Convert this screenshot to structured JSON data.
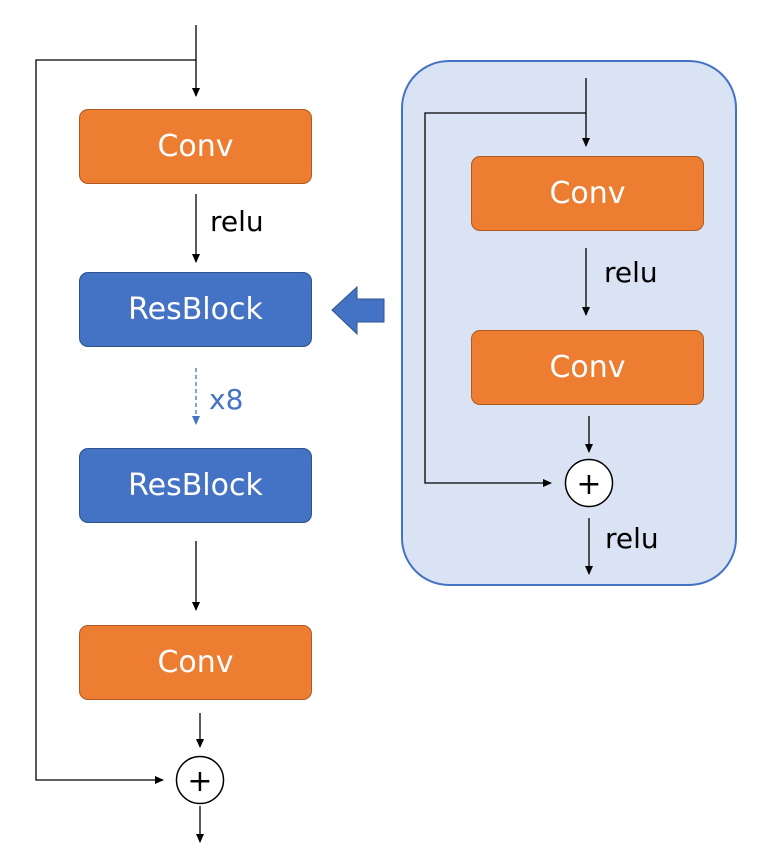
{
  "main_chain": {
    "blocks": [
      "Conv",
      "ResBlock",
      "ResBlock",
      "Conv"
    ],
    "relu_label": "relu",
    "repeat_label": "x8"
  },
  "resblock_detail": {
    "blocks": [
      "Conv",
      "Conv"
    ],
    "relu_label_1": "relu",
    "relu_label_2": "relu"
  },
  "sum_symbol": "+",
  "colors": {
    "conv": "#ed7d31",
    "resblock": "#4472c4",
    "detail_panel": "#dae3f3",
    "expand_arrow": "#4472c4",
    "repeat_arrow": "#4472c4",
    "lines": "#000000"
  }
}
